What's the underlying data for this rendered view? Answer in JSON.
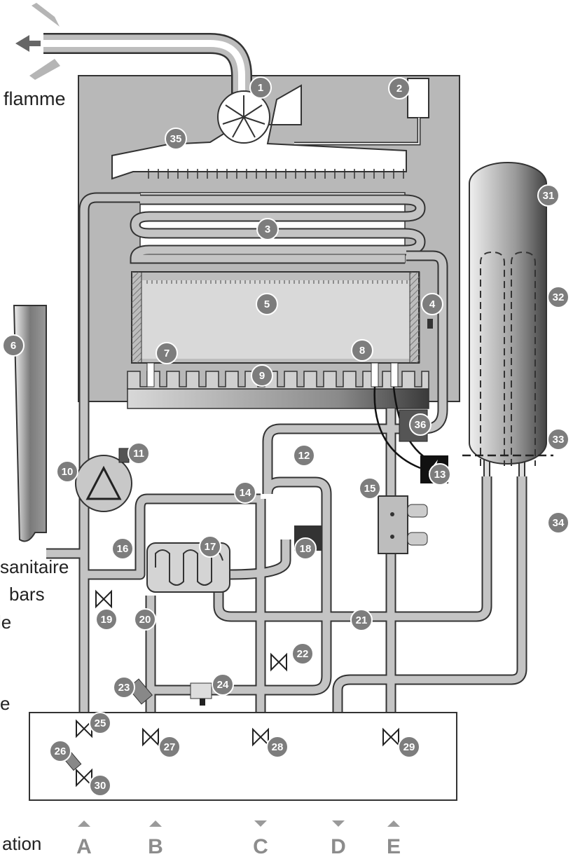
{
  "side_labels": [
    "flamme",
    "sanitaire",
    "bars",
    "le",
    "e",
    "ation"
  ],
  "badges": [
    "1",
    "2",
    "3",
    "4",
    "5",
    "6",
    "7",
    "8",
    "9",
    "10",
    "11",
    "12",
    "13",
    "14",
    "15",
    "16",
    "17",
    "18",
    "19",
    "20",
    "21",
    "22",
    "23",
    "24",
    "25",
    "26",
    "27",
    "28",
    "29",
    "30",
    "31",
    "32",
    "33",
    "34",
    "35",
    "36"
  ],
  "connections": [
    "A",
    "B",
    "C",
    "D",
    "E"
  ],
  "colors": {
    "casing": "#b8b8b8",
    "pipe": "#c4c4c4",
    "pipe_outline": "#3a3a3a",
    "badge": "#7d7d7d",
    "letter": "#8c8c8c"
  }
}
